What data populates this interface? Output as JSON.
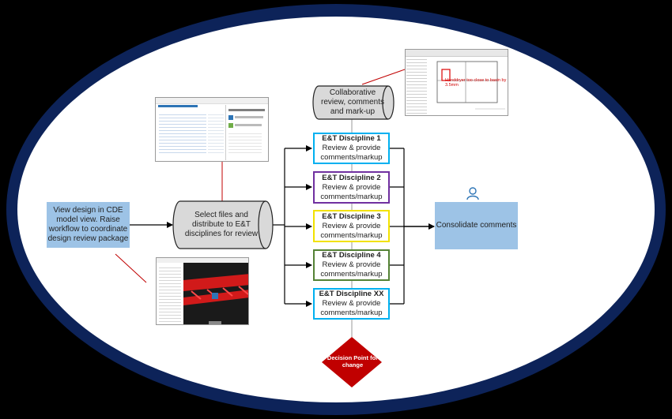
{
  "nodes": {
    "view_design": "View design in CDE model view. Raise workflow to coordinate design review package",
    "select_files": "Select files and distribute to E&T disciplines for review",
    "collaborative": "Collaborative review, comments and mark-up",
    "consolidate": "Consolidate comments",
    "decision": "Decision Point for change"
  },
  "disciplines": [
    {
      "title": "E&T Discipline 1",
      "subtitle": "Review & provide comments/markup",
      "color": "#00b0f0"
    },
    {
      "title": "E&T Discipline 2",
      "subtitle": "Review & provide comments/markup",
      "color": "#7030a0"
    },
    {
      "title": "E&T Discipline 3",
      "subtitle": "Review & provide comments/markup",
      "color": "#f2e200"
    },
    {
      "title": "E&T Discipline 4",
      "subtitle": "Review & provide comments/markup",
      "color": "#548235"
    },
    {
      "title": "E&T Discipline XX",
      "subtitle": "Review & provide comments/markup",
      "color": "#00b0f0"
    }
  ],
  "markup_screenshot": {
    "annotation": "Handdryer too close to basin by 3.5mm"
  },
  "colors": {
    "frame": "#0d2359",
    "process_box": "#9dc3e6",
    "cylinder": "#d9d9d9",
    "decision": "#c00000",
    "connector": "#c00000"
  },
  "icons": {
    "consolidate": "user-icon"
  }
}
